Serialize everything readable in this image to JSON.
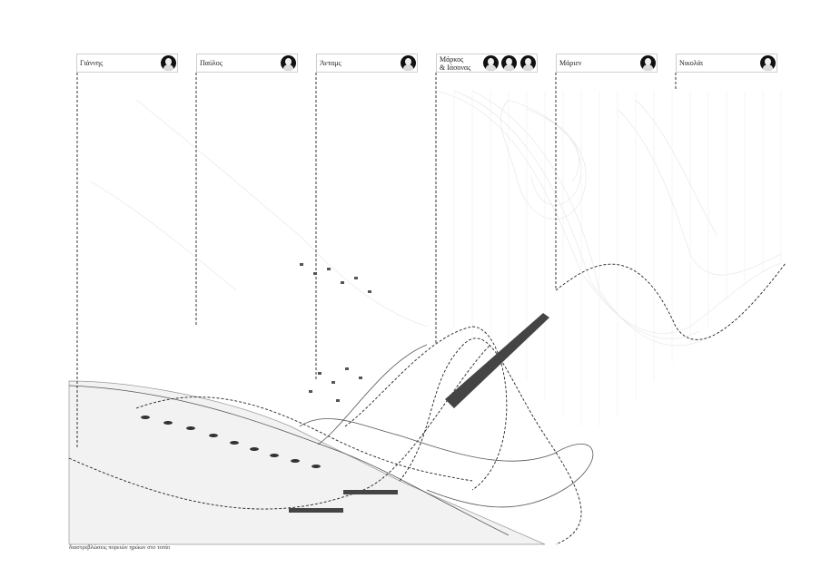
{
  "columns": [
    {
      "name": "Γιάννης",
      "avatars": 1
    },
    {
      "name": "Παύλος",
      "avatars": 1
    },
    {
      "name": "Άνταμς",
      "avatars": 1
    },
    {
      "name": "Μάρκος & Ιάσονας",
      "name_line1": "Μάρκος",
      "name_line2": "& Ιάσονας",
      "avatars": 3
    },
    {
      "name": "Μάριεν",
      "avatars": 1
    },
    {
      "name": "Νικολάι",
      "avatars": 1
    }
  ],
  "caption": "διαστρεβλώσεις πορειών ηρώων στο τοπίο"
}
